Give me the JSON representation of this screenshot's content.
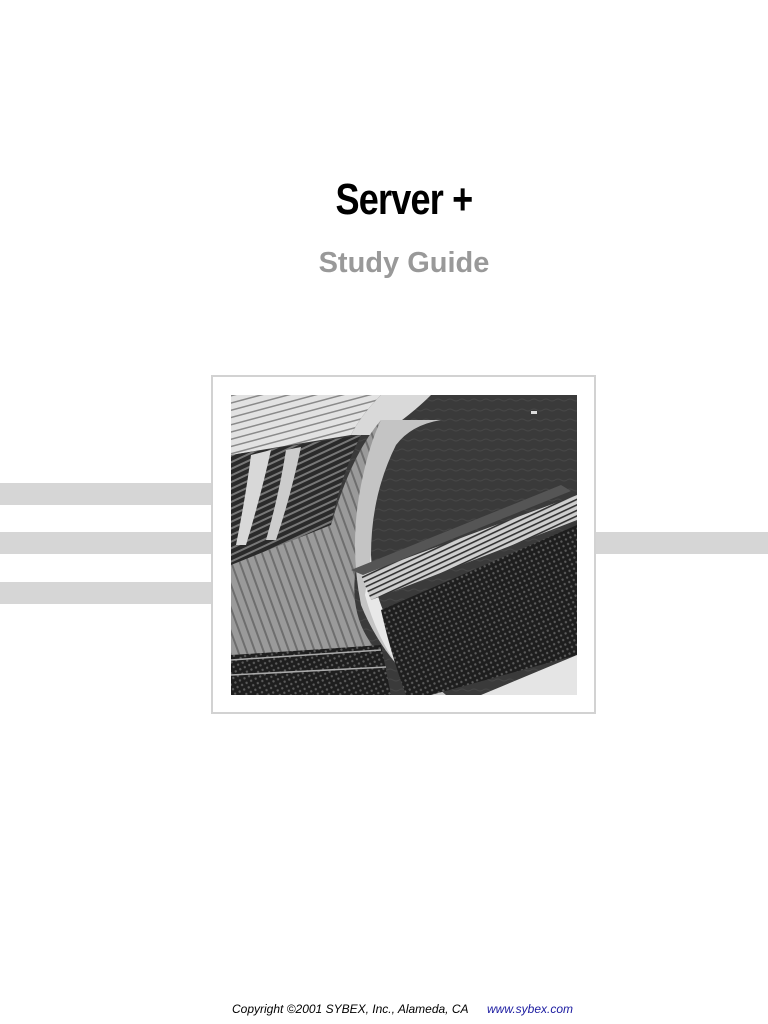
{
  "cover": {
    "title": "Server +",
    "subtitle": "Study Guide"
  },
  "footer": {
    "copyright": "Copyright ©2001 SYBEX, Inc., Alameda, CA",
    "link": "www.sybex.com"
  },
  "colors": {
    "subtitle": "#999999",
    "bars": "#d6d6d6",
    "link": "#1a1aa0"
  }
}
